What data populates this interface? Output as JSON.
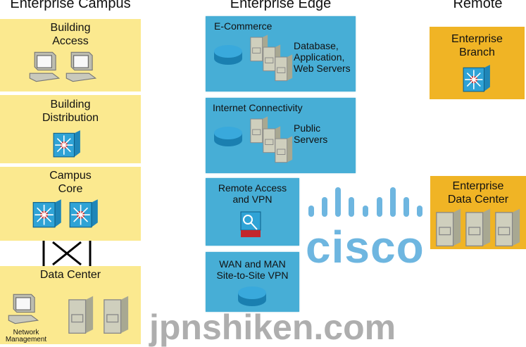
{
  "headers": {
    "campus": "Enterprise Campus",
    "edge": "Enterprise Edge",
    "remote": "Remote"
  },
  "campus": {
    "building_access": "Building\nAccess",
    "building_distribution": "Building\nDistribution",
    "campus_core": "Campus\nCore",
    "data_center": "Data Center",
    "network_management": "Network\nManagement"
  },
  "edge": {
    "ecommerce": {
      "title": "E-Commerce",
      "servers": "Database,\nApplication,\nWeb Servers"
    },
    "internet": {
      "title": "Internet Connectivity",
      "servers": "Public\nServers"
    },
    "remote_access": "Remote Access\nand VPN",
    "wan": "WAN and MAN\nSite-to-Site VPN"
  },
  "remote": {
    "branch": "Enterprise\nBranch",
    "data_center": "Enterprise\nData Center"
  },
  "watermark": {
    "logo": "cisco",
    "site": "jpnshiken.com"
  },
  "colors": {
    "campus": "#fbe98f",
    "edge": "#47aed6",
    "remote": "#f0b425"
  }
}
